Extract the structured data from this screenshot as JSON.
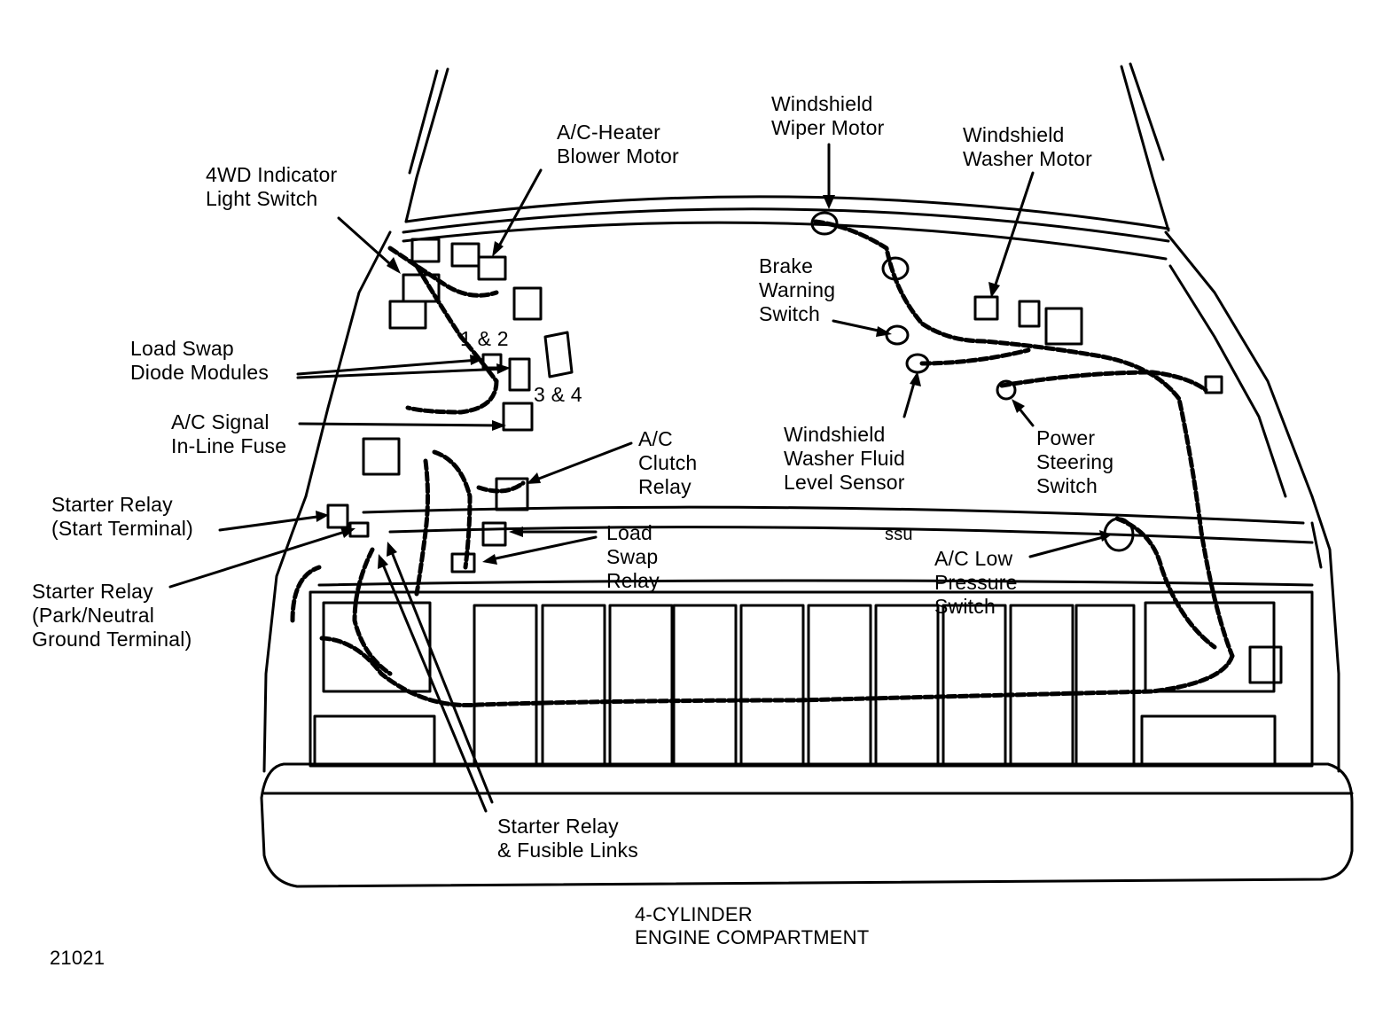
{
  "labels": {
    "indicator_4wd": [
      "4WD Indicator",
      "Light Switch"
    ],
    "blower_motor": [
      "A/C-Heater",
      "Blower Motor"
    ],
    "wiper_motor": [
      "Windshield",
      "Wiper Motor"
    ],
    "washer_motor": [
      "Windshield",
      "Washer Motor"
    ],
    "brake_warning": [
      "Brake",
      "Warning",
      "Switch"
    ],
    "load_swap_diode": [
      "Load Swap",
      "Diode Modules"
    ],
    "diode_num_12": "1 & 2",
    "diode_num_34": "3 & 4",
    "ac_signal_fuse": [
      "A/C Signal",
      "In-Line Fuse"
    ],
    "ac_clutch_relay": [
      "A/C",
      "Clutch",
      "Relay"
    ],
    "washer_fluid_sensor": [
      "Windshield",
      "Washer Fluid",
      "Level Sensor"
    ],
    "power_steering": [
      "Power",
      "Steering",
      "Switch"
    ],
    "starter_start": [
      "Starter Relay",
      "(Start Terminal)"
    ],
    "starter_park": [
      "Starter Relay",
      "(Park/Neutral",
      "Ground Terminal)"
    ],
    "load_swap_relay": [
      "Load",
      "Swap",
      "Relay"
    ],
    "ssu": "ssu",
    "ac_low_pressure": [
      "A/C Low",
      "Pressure",
      "Switch"
    ],
    "starter_fusible": [
      "Starter Relay",
      "& Fusible Links"
    ]
  },
  "caption": [
    "4-CYLINDER",
    "ENGINE COMPARTMENT"
  ],
  "figure_number": "21021"
}
